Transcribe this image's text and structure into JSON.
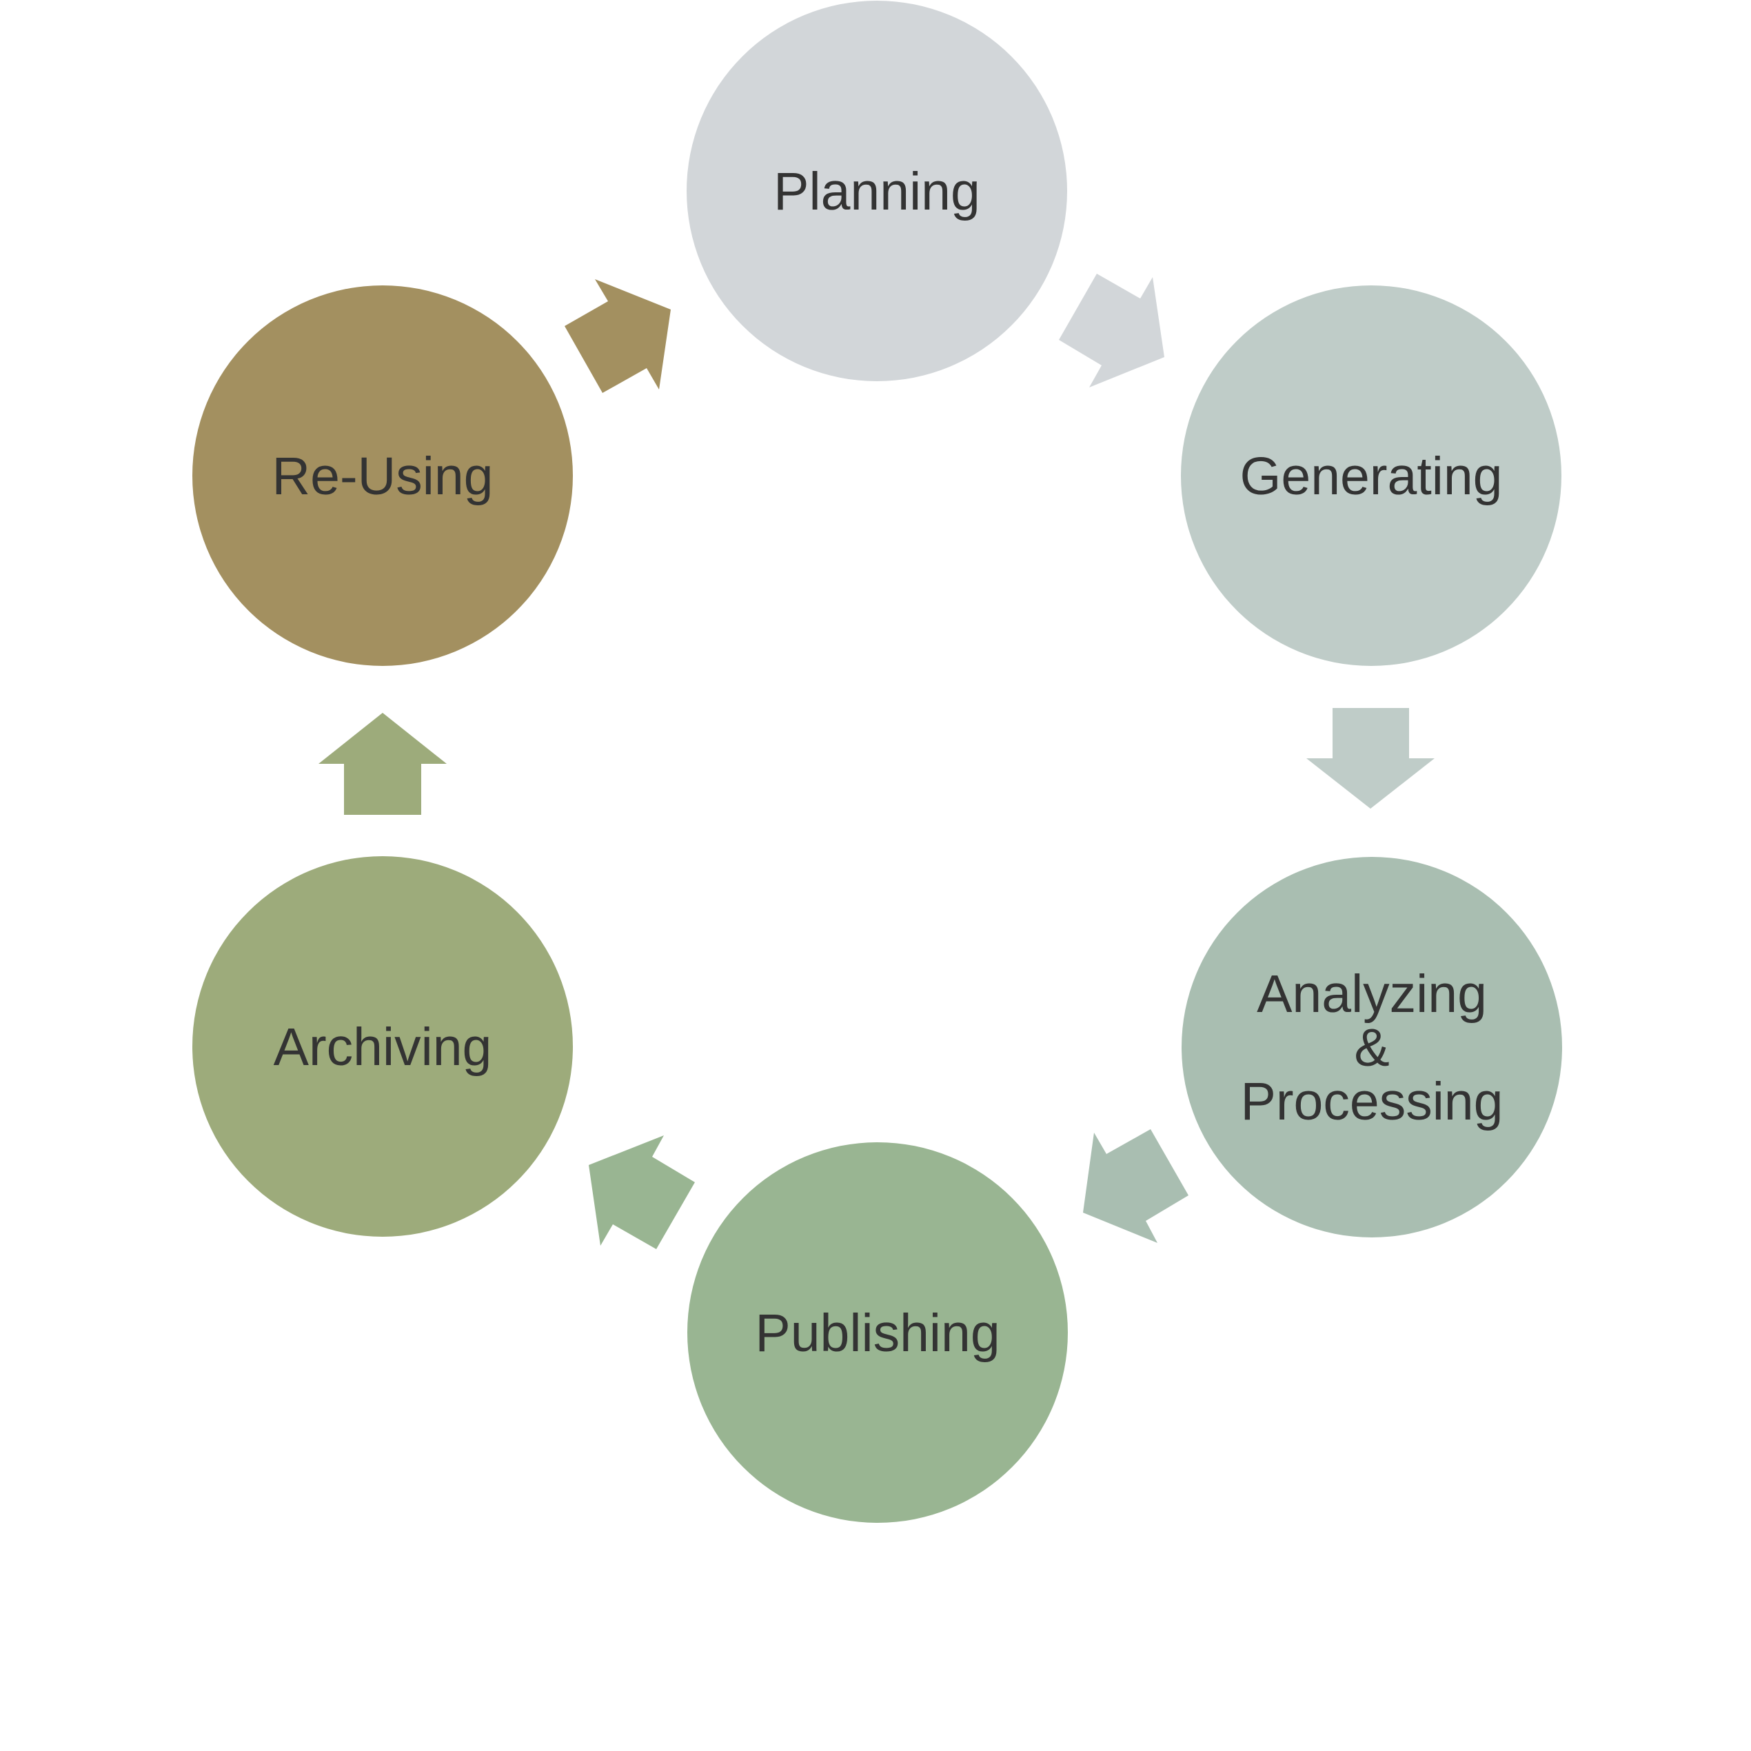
{
  "diagram": {
    "type": "cycle",
    "direction": "clockwise",
    "text_color": "#333333",
    "stages": [
      {
        "id": "planning",
        "label_lines": [
          "Planning"
        ],
        "color": "#D2D6D9"
      },
      {
        "id": "generating",
        "label_lines": [
          "Generating"
        ],
        "color": "#BFCCC8"
      },
      {
        "id": "analyzing",
        "label_lines": [
          "Analyzing",
          "&",
          "Processing"
        ],
        "color": "#A9BEB1"
      },
      {
        "id": "publishing",
        "label_lines": [
          "Publishing"
        ],
        "color": "#99B592"
      },
      {
        "id": "archiving",
        "label_lines": [
          "Archiving"
        ],
        "color": "#9DAB7B"
      },
      {
        "id": "reusing",
        "label_lines": [
          "Re-Using"
        ],
        "color": "#A39060"
      }
    ],
    "arrows": [
      {
        "from": "planning",
        "to": "generating",
        "color": "#D2D6D9"
      },
      {
        "from": "generating",
        "to": "analyzing",
        "color": "#BFCCC8"
      },
      {
        "from": "analyzing",
        "to": "publishing",
        "color": "#A9BEB1"
      },
      {
        "from": "publishing",
        "to": "archiving",
        "color": "#99B592"
      },
      {
        "from": "archiving",
        "to": "reusing",
        "color": "#9DAB7B"
      },
      {
        "from": "reusing",
        "to": "planning",
        "color": "#A39060"
      }
    ]
  }
}
